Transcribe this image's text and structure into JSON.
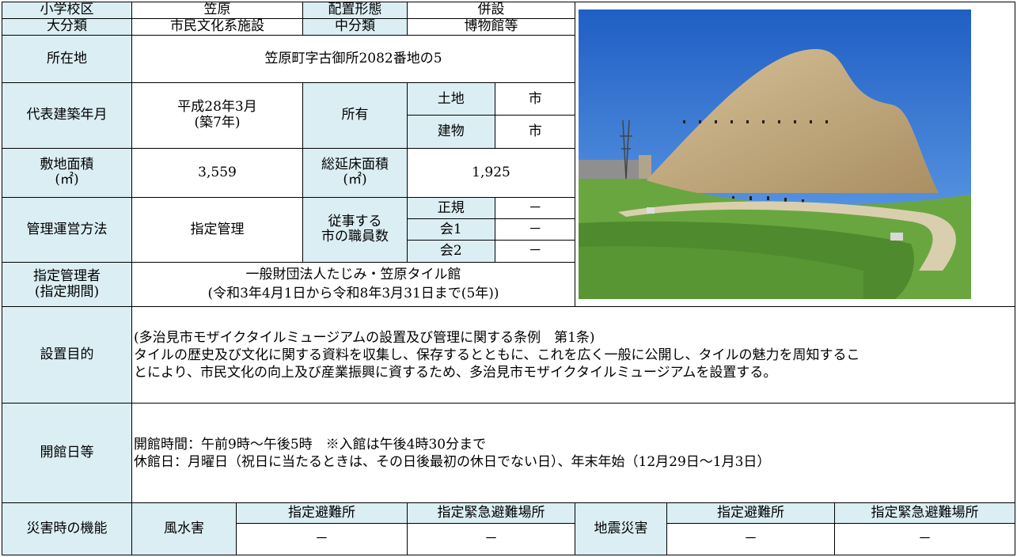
{
  "school_district": {
    "label": "小学校区",
    "value": "笠原"
  },
  "placement_form": {
    "label": "配置形態",
    "value": "併設"
  },
  "major_category": {
    "label": "大分類",
    "value": "市民文化系施設"
  },
  "middle_category": {
    "label": "中分類",
    "value": "博物館等"
  },
  "location": {
    "label": "所在地",
    "value": "笠原町字古御所2082番地の5"
  },
  "construction": {
    "label": "代表建築年月",
    "date": "平成28年3月",
    "age": "(築7年)"
  },
  "ownership": {
    "label": "所有",
    "land_label": "土地",
    "land_value": "市",
    "building_label": "建物",
    "building_value": "市"
  },
  "site_area": {
    "label_line1": "敷地面積",
    "label_line2": "(㎡)",
    "value": "3,559"
  },
  "floor_area": {
    "label_line1": "総延床面積",
    "label_line2": "(㎡)",
    "value": "1,925"
  },
  "management": {
    "label": "管理運営方法",
    "value": "指定管理"
  },
  "staff": {
    "label_line1": "従事する",
    "label_line2": "市の職員数",
    "rows": [
      {
        "type": "正規",
        "count": "－"
      },
      {
        "type": "会1",
        "count": "－"
      },
      {
        "type": "会2",
        "count": "－"
      }
    ]
  },
  "designated_manager": {
    "label_line1": "指定管理者",
    "label_line2": "(指定期間)",
    "name": "一般財団法人たじみ・笠原タイル館",
    "period": "(令和3年4月1日から令和8年3月31日まで(5年))"
  },
  "purpose": {
    "label": "設置目的",
    "line1": "(多治見市モザイクタイルミュージアムの設置及び管理に関する条例　第1条)",
    "line2": "タイルの歴史及び文化に関する資料を収集し、保存するとともに、これを広く一般に公開し、タイルの魅力を周知するこ",
    "line3": "とにより、市民文化の向上及び産業振興に資するため、多治見市モザイクタイルミュージアムを設置する。"
  },
  "opening": {
    "label": "開館日等",
    "hours": "開館時間：午前9時～午後5時　※入館は午後4時30分まで",
    "closed": "休館日：月曜日（祝日に当たるときは、その日後最初の休日でない日）、年末年始（12月29日～1月3日）"
  },
  "disaster": {
    "label": "災害時の機能",
    "flood": {
      "label": "風水害",
      "shelter_label": "指定避難所",
      "shelter_value": "－",
      "evac_label": "指定緊急避難場所",
      "evac_value": "－"
    },
    "quake": {
      "label": "地震災害",
      "shelter_label": "指定避難所",
      "shelter_value": "－",
      "evac_label": "指定緊急避難場所",
      "evac_value": "－"
    }
  },
  "colors": {
    "label_bg": "#dbeef4",
    "border": "#000000",
    "sky": "#2f78d8",
    "building": "#c6ad7e",
    "lawn": "#5f9c3a"
  }
}
